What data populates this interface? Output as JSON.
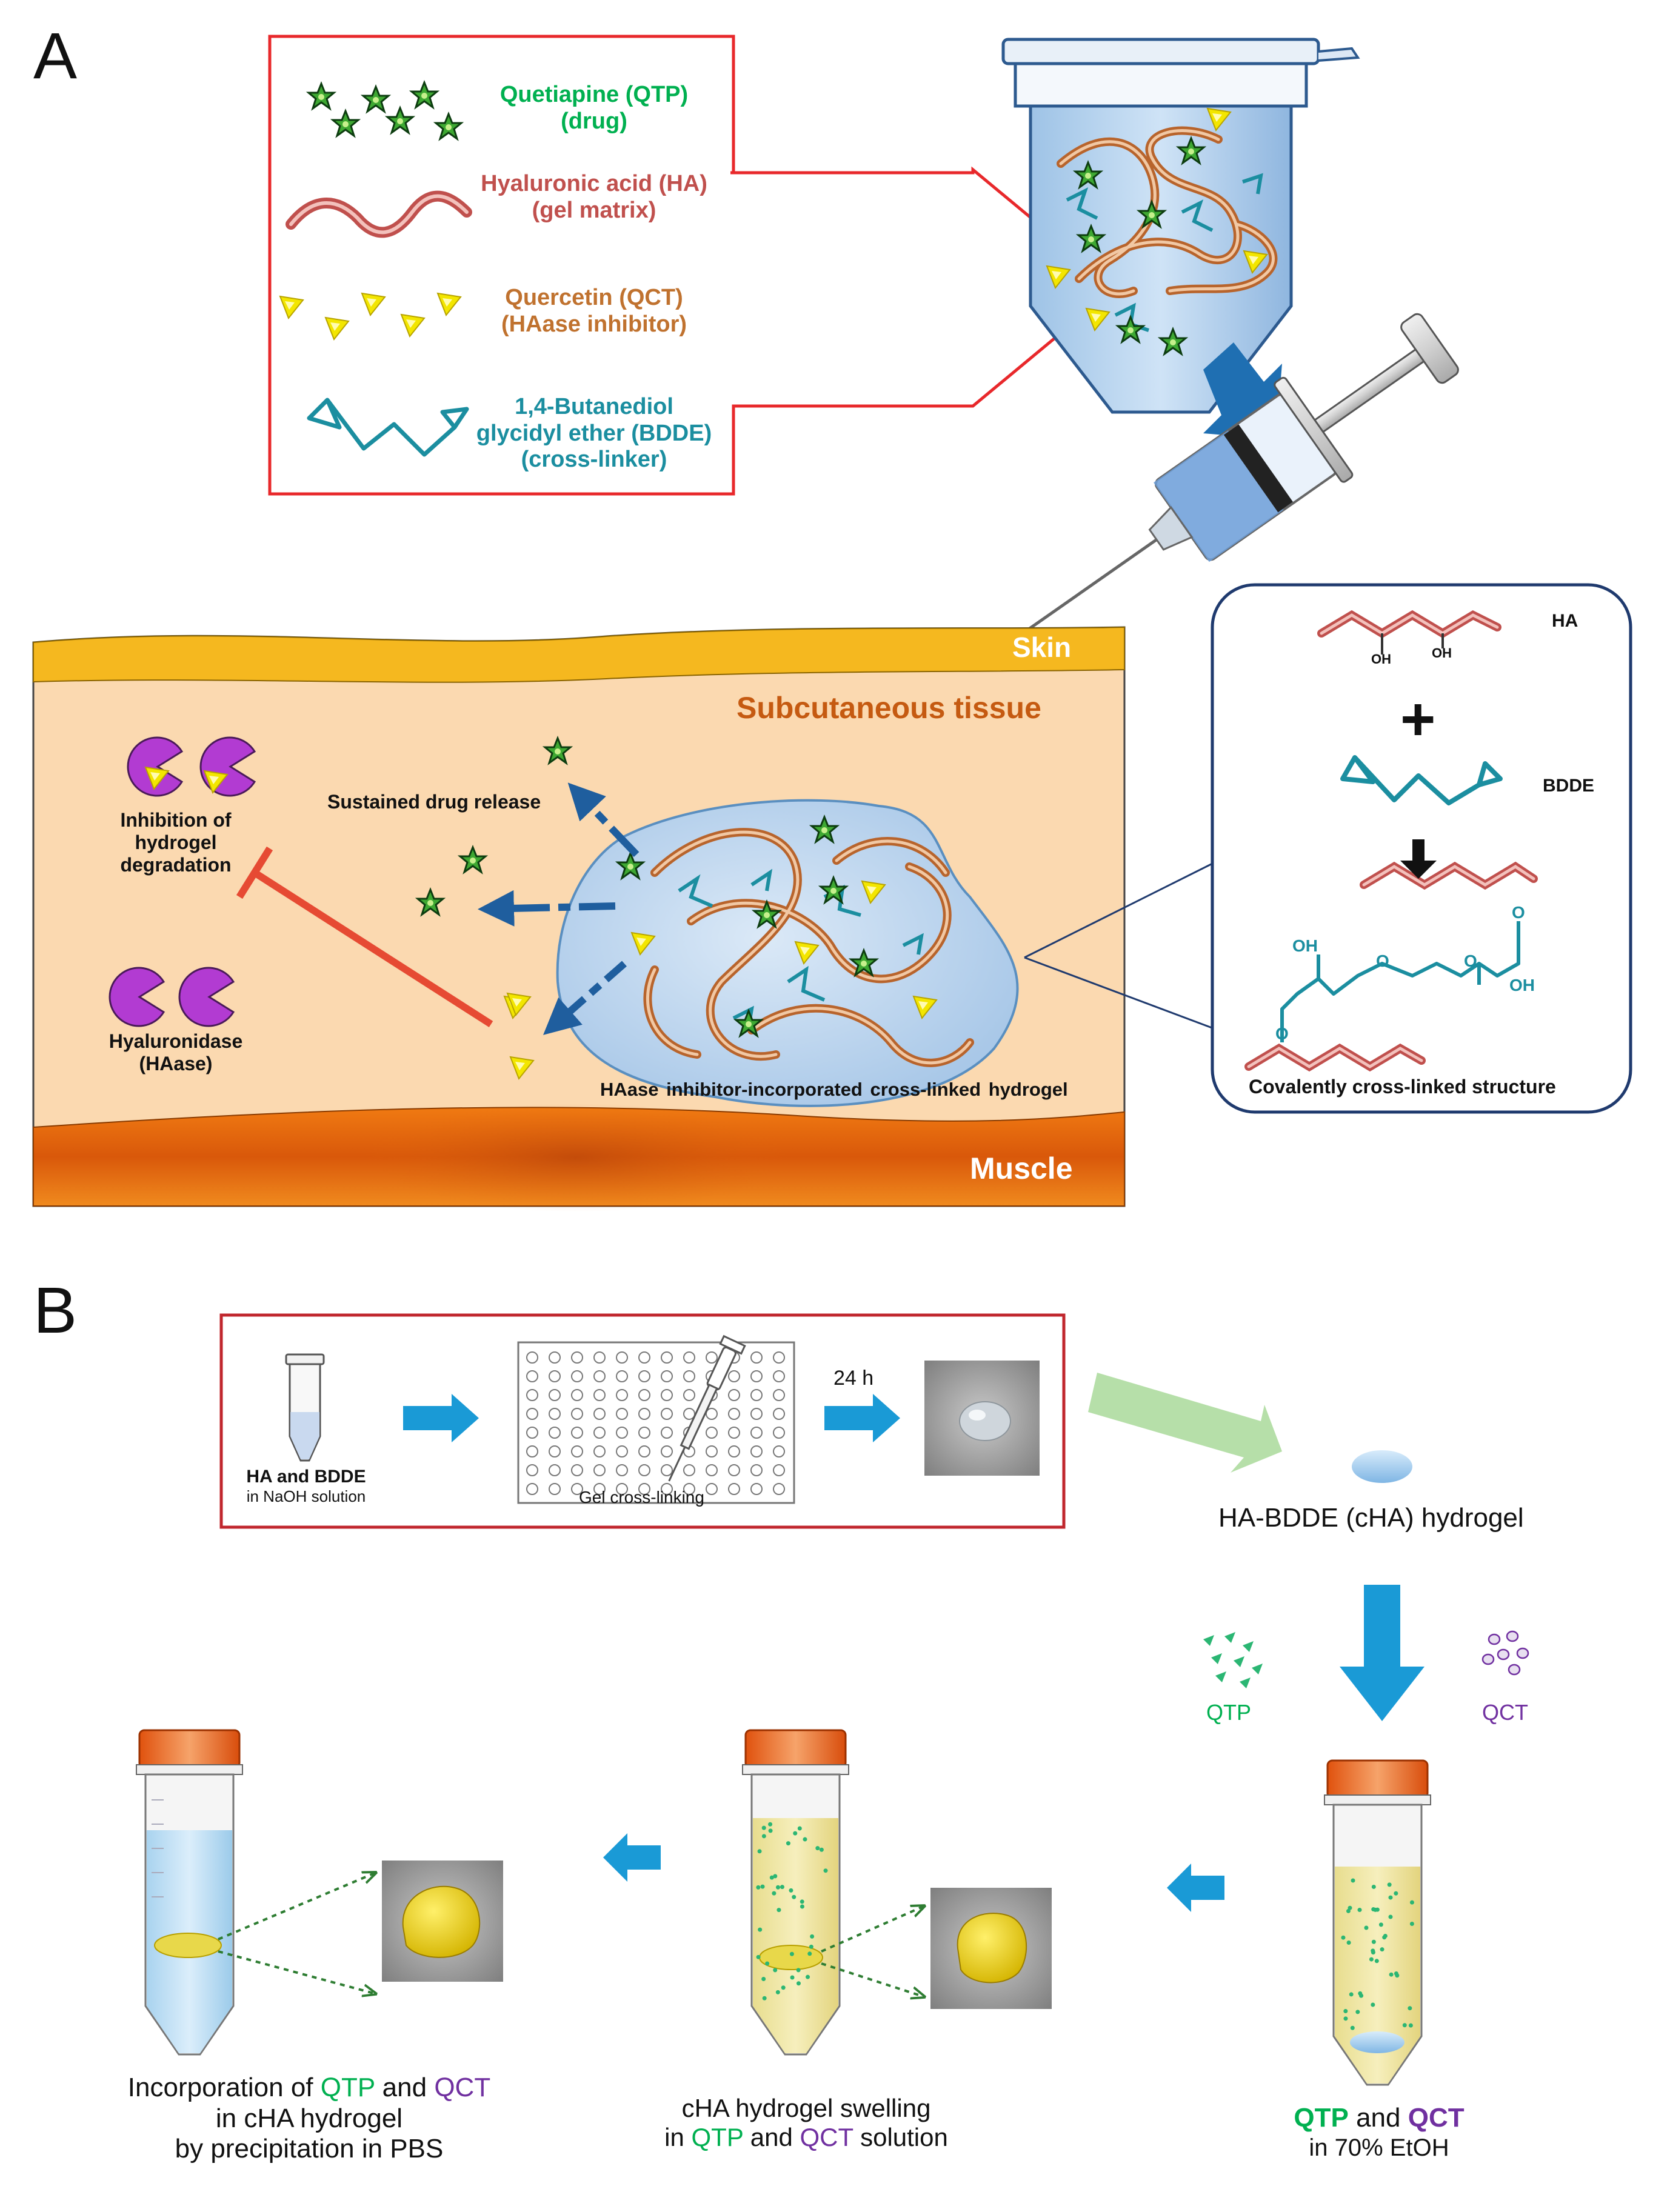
{
  "panel_a": {
    "letter": "A",
    "legend": {
      "qtp_line1": "Quetiapine (QTP)",
      "qtp_line2": "(drug)",
      "ha_line1": "Hyaluronic acid (HA)",
      "ha_line2": "(gel matrix)",
      "qct_line1": "Quercetin (QCT)",
      "qct_line2": "(HAase inhibitor)",
      "bdde_line1": "1,4-Butanediol",
      "bdde_line2": "glycidyl ether (BDDE)",
      "bdde_line3": "(cross-linker)"
    },
    "tissue": {
      "skin": "Skin",
      "subcutaneous": "Subcutaneous tissue",
      "muscle": "Muscle",
      "sustained_release": "Sustained drug release",
      "inhibition_line1": "Inhibition of",
      "inhibition_line2": "hydrogel",
      "inhibition_line3": "degradation",
      "haase_line1": "Hyaluronidase",
      "haase_line2": "(HAase)",
      "hydrogel_caption": "HAase inhibitor-incorporated cross-linked hydrogel"
    },
    "chemistry": {
      "ha": "HA",
      "oh": "OH",
      "plus": "+",
      "bdde": "BDDE",
      "arrow": "↓",
      "o": "O",
      "caption": "Covalently cross-linked structure"
    }
  },
  "panel_b": {
    "letter": "B",
    "ha_bdde_line1": "HA and BDDE",
    "ha_bdde_line2": "in NaOH solution",
    "gel_crosslinking": "Gel cross-linking",
    "time": "24 h",
    "cha_hydrogel": "HA-BDDE (cHA) hydrogel",
    "qtp": "QTP",
    "qct": "QCT",
    "and": "and",
    "right_tube_line2": "in 70% EtOH",
    "mid_line1": "cHA hydrogel swelling",
    "mid_in": "in",
    "mid_solution": "solution",
    "left_line1_a": "Incorporation of",
    "left_line2": "in cHA hydrogel",
    "left_line3": "by precipitation in PBS"
  },
  "colors": {
    "red_frame": "#e8282b",
    "dark_red_frame": "#c0262d",
    "qtp_green": "#00b050",
    "ha_red": "#c0504d",
    "qct_brown": "#c0722f",
    "bdde_teal": "#1b8ea0",
    "qct_purple": "#7030a0",
    "skin": "#f5b81f",
    "subcutaneous": "#fbd9b0",
    "muscle": "#e56b0d",
    "subcut_title": "#c55a11",
    "blue_arrow": "#1f6fb2",
    "process_arrow": "#1a9ad6",
    "haase_magenta": "#b23bd2",
    "inhibit_red": "#e64a33",
    "frame_navy": "#1f3a6e"
  }
}
